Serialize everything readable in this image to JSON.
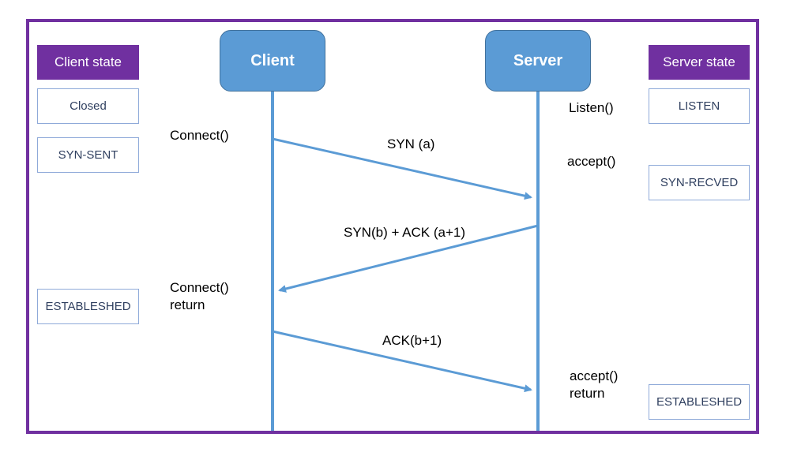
{
  "headers": {
    "client_state": "Client state",
    "server_state": "Server state"
  },
  "actors": {
    "client": "Client",
    "server": "Server"
  },
  "client_states": [
    "Closed",
    "SYN-SENT",
    "ESTABLESHED"
  ],
  "server_states": [
    "LISTEN",
    "SYN-RECVED",
    "ESTABLESHED"
  ],
  "client_calls": {
    "connect": "Connect()",
    "connect_return_1": "Connect()",
    "connect_return_2": "return"
  },
  "server_calls": {
    "listen": "Listen()",
    "accept": "accept()",
    "accept_return_1": "accept()",
    "accept_return_2": "return"
  },
  "messages": {
    "syn": "SYN (a)",
    "syn_ack": "SYN(b) + ACK (a+1)",
    "ack": "ACK(b+1)"
  },
  "colors": {
    "frame": "#7030a0",
    "actor_fill": "#5b9bd5",
    "arrow": "#5b9bd5"
  }
}
